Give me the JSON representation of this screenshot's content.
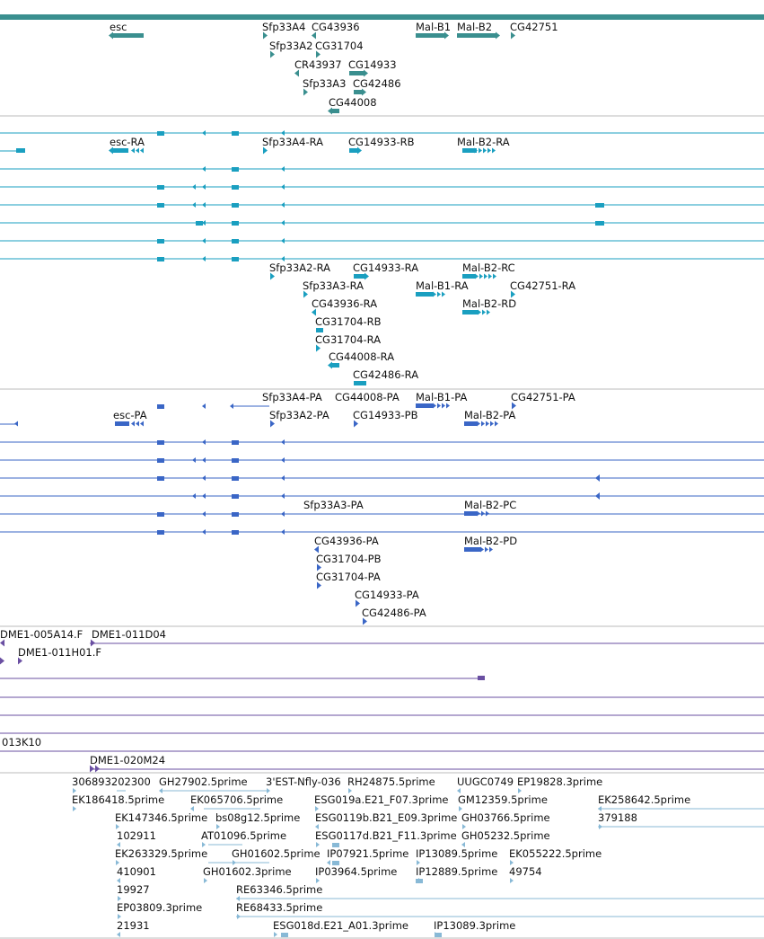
{
  "colors": {
    "gene": "#3a8f8f",
    "mrna": "#1a9fc0",
    "protein": "#3a66c6",
    "clone": "#6a4fa2",
    "est": "#88b9d6"
  },
  "panels": {
    "gene": {
      "labels": [
        "esc",
        "Sfp33A4",
        "CG43936",
        "Mal-B1",
        "Mal-B2",
        "CG42751",
        "Sfp33A2",
        "CG31704",
        "CR43937",
        "CG14933",
        "Sfp33A3",
        "CG42486",
        "CG44008"
      ]
    },
    "mrna": {
      "labels": [
        "esc-RA",
        "Sfp33A4-RA",
        "CG14933-RB",
        "Mal-B2-RA",
        "Sfp33A2-RA",
        "CG14933-RA",
        "Mal-B2-RC",
        "Sfp33A3-RA",
        "Mal-B1-RA",
        "CG42751-RA",
        "CG43936-RA",
        "Mal-B2-RD",
        "CG31704-RB",
        "CG31704-RA",
        "CG44008-RA",
        "CG42486-RA"
      ]
    },
    "protein": {
      "labels": [
        "Sfp33A4-PA",
        "CG44008-PA",
        "Mal-B1-PA",
        "CG42751-PA",
        "esc-PA",
        "Sfp33A2-PA",
        "CG14933-PB",
        "Mal-B2-PA",
        "Sfp33A3-PA",
        "Mal-B2-PC",
        "CG43936-PA",
        "Mal-B2-PD",
        "CG31704-PB",
        "CG31704-PA",
        "CG14933-PA",
        "CG42486-PA"
      ]
    },
    "clone": {
      "labels": [
        "DME1-005A14.F",
        "DME1-011D04",
        "DME1-011H01.F",
        "013K10",
        "DME1-020M24"
      ]
    },
    "est": {
      "labels": [
        "306893202300",
        "GH27902.5prime",
        "3'EST-Nfly-036",
        "RH24875.5prime",
        "UUGC0749",
        "EP19828.3prime",
        "EK186418.5prime",
        "EK065706.5prime",
        "ESG019a.E21_F07.3prime",
        "GM12359.5prime",
        "EK258642.5prime",
        "EK147346.5prime",
        "bs08g12.5prime",
        "ESG0119b.B21_E09.3prime",
        "GH03766.5prime",
        "379188",
        "102911",
        "AT01096.5prime",
        "ESG0117d.B21_F11.3prime",
        "GH05232.5prime",
        "EK263329.5prime",
        "GH01602.5prime",
        "IP07921.5prime",
        "IP13089.5prime",
        "EK055222.5prime",
        "410901",
        "GH01602.3prime",
        "IP03964.5prime",
        "IP12889.5prime",
        "49754",
        "19927",
        "RE63346.5prime",
        "EP03809.3prime",
        "RE68433.5prime",
        "21931",
        "ESG018d.E21_A01.3prime",
        "IP13089.3prime"
      ]
    }
  }
}
